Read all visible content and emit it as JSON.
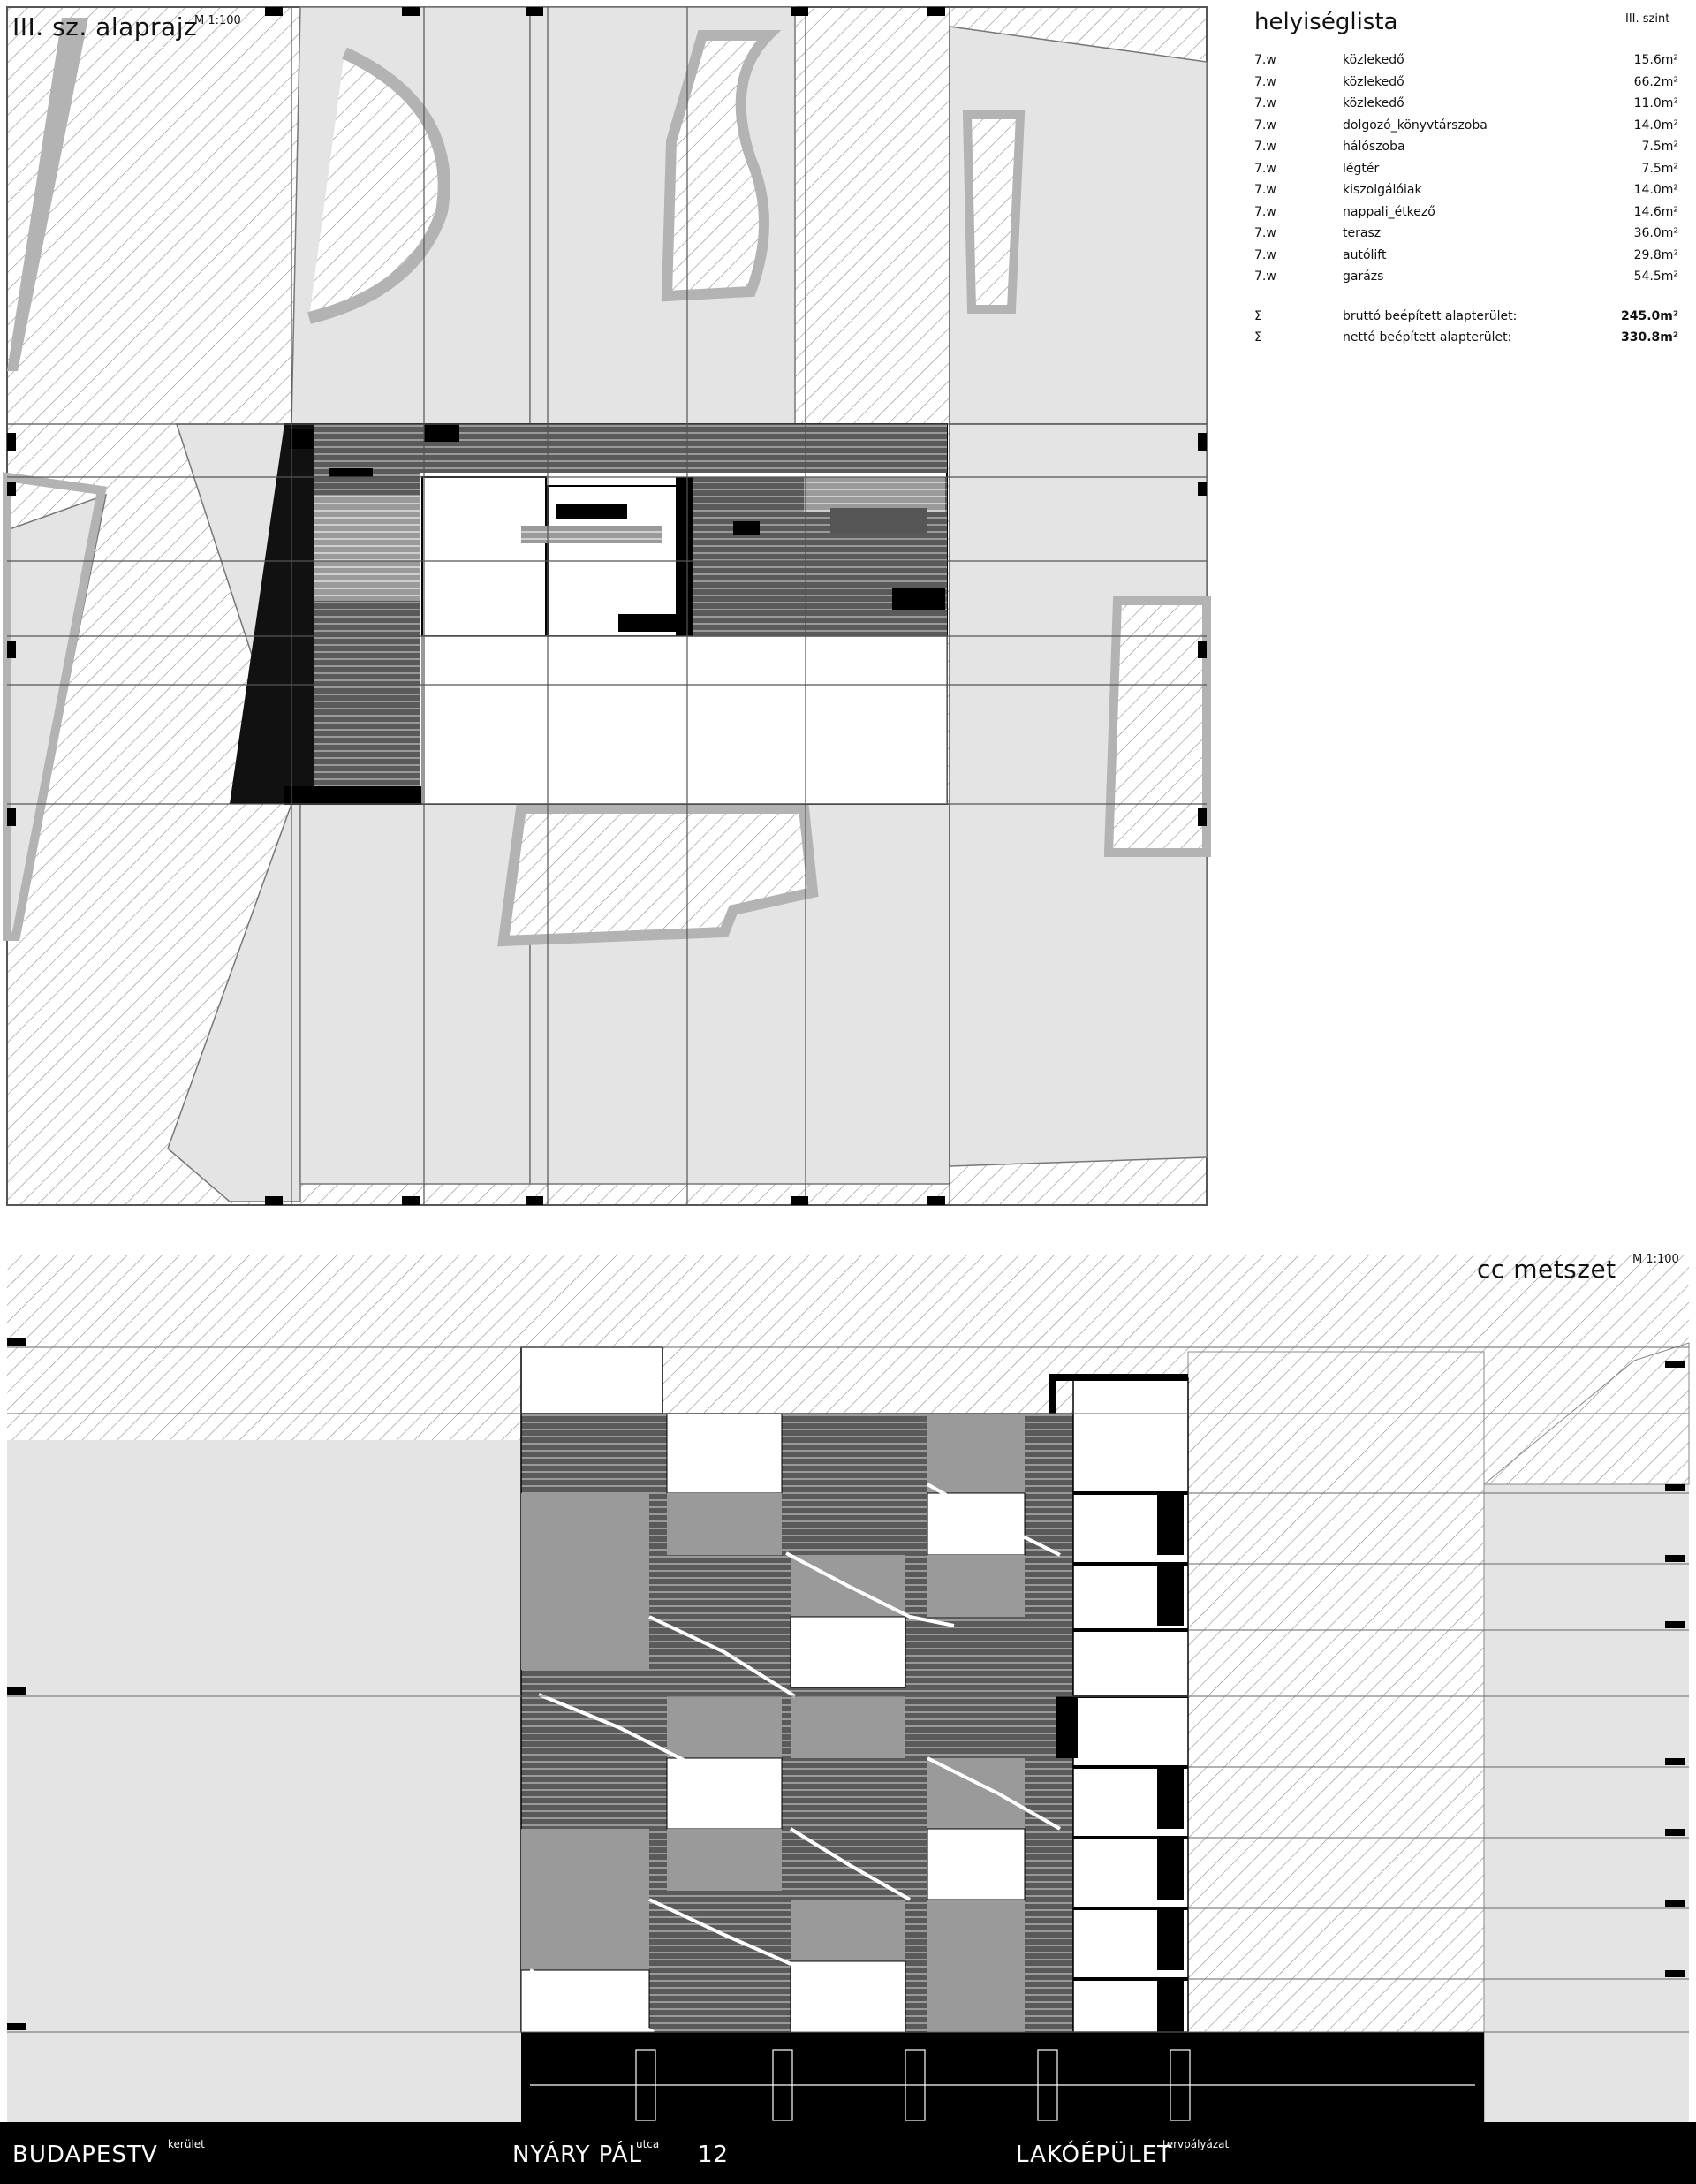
{
  "plan": {
    "title": "III. sz. alaprajz",
    "scale": "M 1:100"
  },
  "roomlist": {
    "title": "helyiséglista",
    "floor": "III. szint",
    "rooms": [
      {
        "code": "7.w",
        "name": "közlekedő",
        "area": "15.6m²"
      },
      {
        "code": "7.w",
        "name": "közlekedő",
        "area": "66.2m²"
      },
      {
        "code": "7.w",
        "name": "közlekedő",
        "area": "11.0m²"
      },
      {
        "code": "7.w",
        "name": "dolgozó_könyvtárszoba",
        "area": "14.0m²"
      },
      {
        "code": "7.w",
        "name": "hálószoba",
        "area": "7.5m²"
      },
      {
        "code": "7.w",
        "name": "légtér",
        "area": "7.5m²"
      },
      {
        "code": "7.w",
        "name": "kiszolgálóiak",
        "area": "14.0m²"
      },
      {
        "code": "7.w",
        "name": "nappali_étkező",
        "area": "14.6m²"
      },
      {
        "code": "7.w",
        "name": "terasz",
        "area": "36.0m²"
      },
      {
        "code": "7.w",
        "name": "autólift",
        "area": "29.8m²"
      },
      {
        "code": "7.w",
        "name": "garázs",
        "area": "54.5m²"
      }
    ],
    "totals": [
      {
        "code": "Σ",
        "name": "bruttó beépített alapterület:",
        "area": "245.0m²"
      },
      {
        "code": "Σ",
        "name": "nettó beépített alapterület:",
        "area": "330.8m²"
      }
    ]
  },
  "section": {
    "title": "cc metszet",
    "scale": "M 1:100"
  },
  "footer": {
    "city": "BUDAPEST",
    "district": "V",
    "district_label": "kerület",
    "street": "NYÁRY PÁL",
    "street_label": "utca",
    "number": "12",
    "project": "LAKÓÉPÜLET",
    "project_label": "tervpályázat"
  },
  "colors": {
    "hatch": "#8c8c8c",
    "light_fill": "#e4e4e4",
    "mid_fill": "#9a9a9a",
    "dark_fill": "#555555",
    "black": "#000000"
  }
}
